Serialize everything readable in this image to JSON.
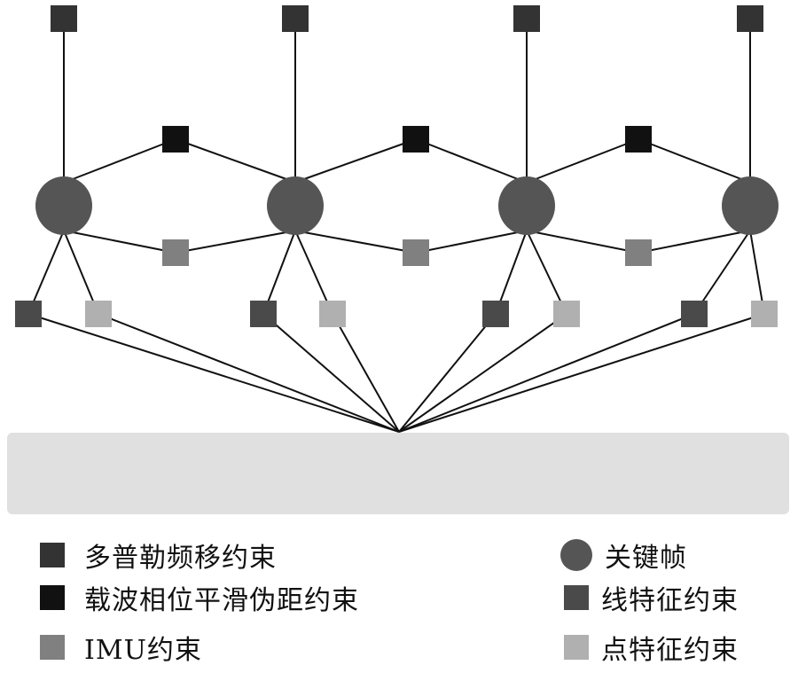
{
  "colors": {
    "doppler": "#333333",
    "carrier": "#111111",
    "imu": "#808080",
    "keyframe": "#555555",
    "line_feature": "#4a4a4a",
    "point_feature": "#b0b0b0",
    "map_region": "#e0e0e0",
    "edge": "#111111"
  },
  "legend": {
    "doppler": "多普勒频移约束",
    "carrier": "载波相位平滑伪距约束",
    "imu": "IMU约束",
    "keyframe": "关键帧",
    "line_feature": "线特征约束",
    "point_feature": "点特征约束"
  },
  "diagram": {
    "keyframe_count": 4,
    "between_keyframe_factors": [
      "carrier",
      "imu"
    ],
    "per_keyframe_factors": [
      "doppler",
      "line_feature",
      "point_feature"
    ]
  }
}
